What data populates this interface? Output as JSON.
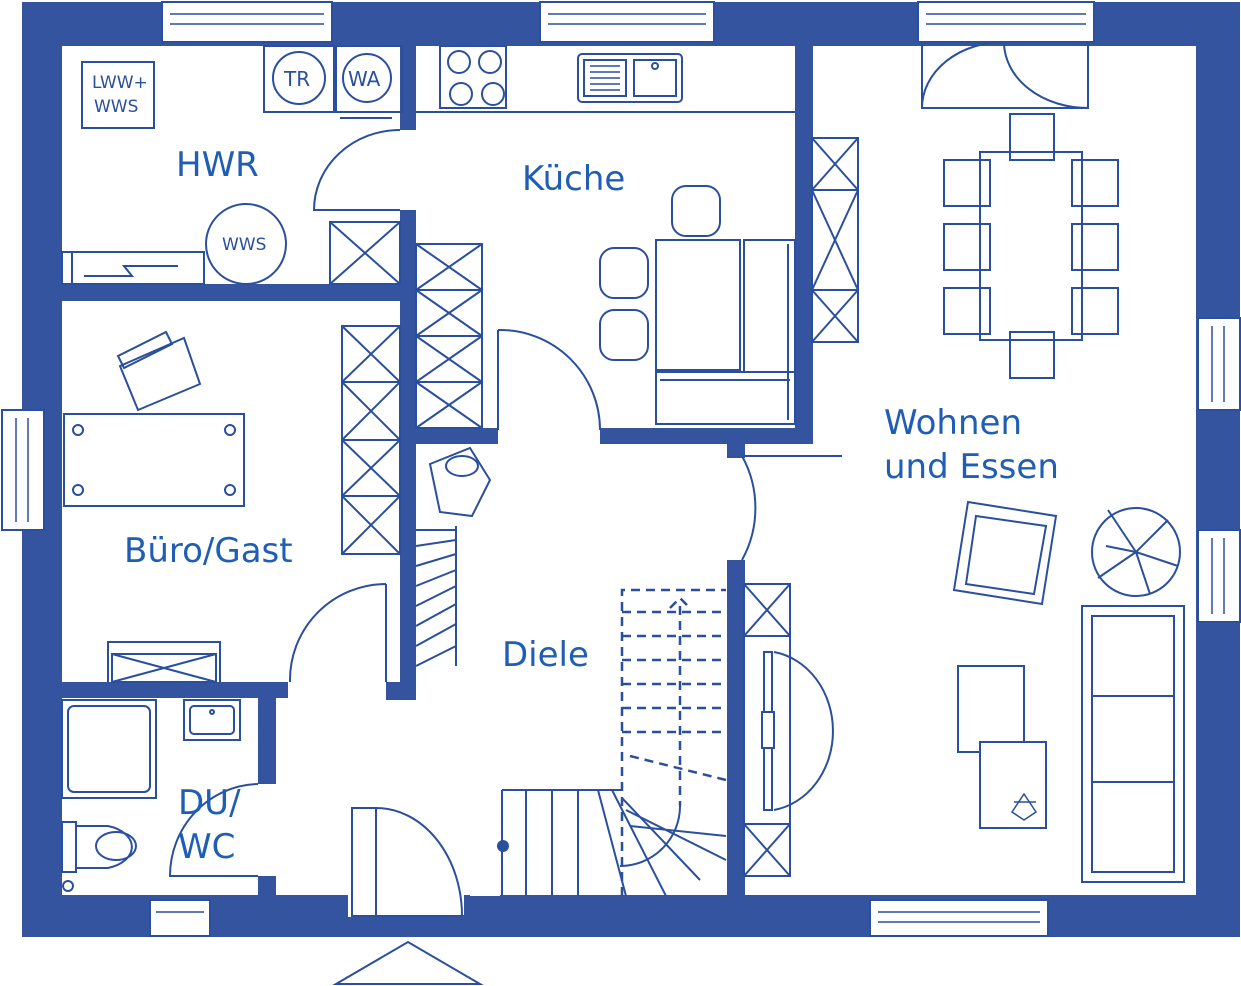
{
  "colors": {
    "wall": "#3454a0",
    "line": "#2a4f9e",
    "text": "#1f5eb4",
    "background": "#ffffff"
  },
  "rooms": {
    "hwr": "HWR",
    "kueche": "Küche",
    "wohnen_line1": "Wohnen",
    "wohnen_line2": "und  Essen",
    "buero": "Büro/Gast",
    "diele": "Diele",
    "du_line1": "DU/",
    "du_line2": "WC"
  },
  "fixtures": {
    "lww_line1": "LWW+",
    "lww_line2": "WWS",
    "tr": "TR",
    "wa": "WA",
    "wws": "WWS"
  },
  "icons": [
    "window-icon",
    "door-swing-icon",
    "stair-arrow-icon",
    "plant-icon",
    "entrance-marker-icon"
  ]
}
